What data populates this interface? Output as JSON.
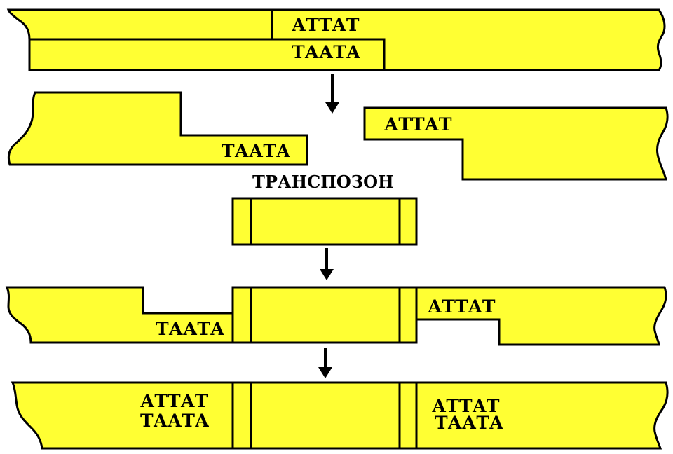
{
  "sequences": {
    "top_strand": "АТТАТ",
    "bottom_strand": "ТААТА"
  },
  "transposon_label": "ТРАНСПОЗОН",
  "colors": {
    "dna_fill": "#ffff33",
    "outline": "#000000",
    "background": "#ffffff"
  },
  "steps": [
    {
      "id": "intact-target-dna"
    },
    {
      "id": "staggered-cut"
    },
    {
      "id": "transposon-insertion"
    },
    {
      "id": "gap-filled-duplication"
    }
  ]
}
